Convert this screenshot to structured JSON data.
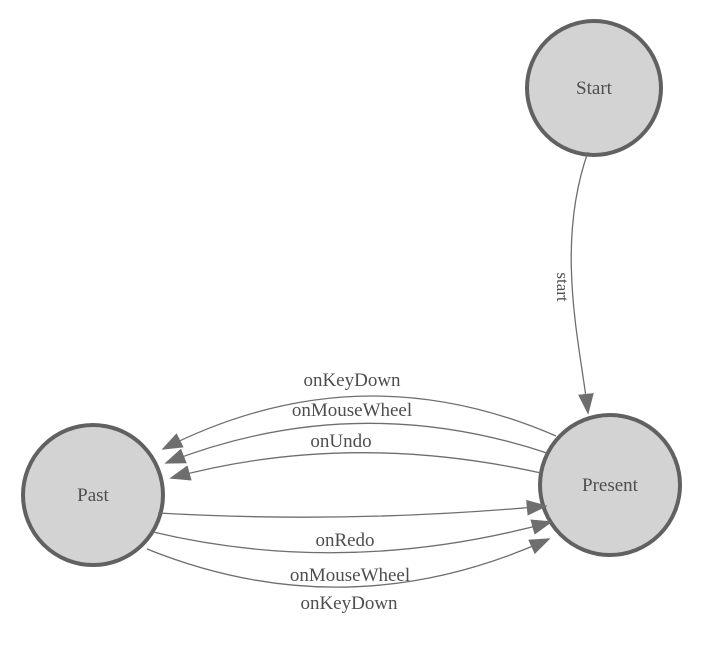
{
  "colors": {
    "background": "#ffffff",
    "node-fill": "#d3d3d3",
    "node-stroke": "#616161",
    "edge-stroke": "#6e6e6e",
    "arrow-fill": "#6e6e6e",
    "label-color": "#4e4e4e"
  },
  "diagram": {
    "type": "state-machine",
    "nodes": [
      {
        "id": "start",
        "label": "Start"
      },
      {
        "id": "present",
        "label": "Present"
      },
      {
        "id": "past",
        "label": "Past"
      }
    ],
    "edges": [
      {
        "from": "start",
        "to": "present",
        "label": "start"
      },
      {
        "from": "present",
        "to": "past",
        "label": "onKeyDown"
      },
      {
        "from": "present",
        "to": "past",
        "label": "onMouseWheel"
      },
      {
        "from": "present",
        "to": "past",
        "label": "onUndo"
      },
      {
        "from": "past",
        "to": "present",
        "label": "onRedo"
      },
      {
        "from": "past",
        "to": "present",
        "label": "onMouseWheel"
      },
      {
        "from": "past",
        "to": "present",
        "label": "onKeyDown"
      }
    ]
  }
}
